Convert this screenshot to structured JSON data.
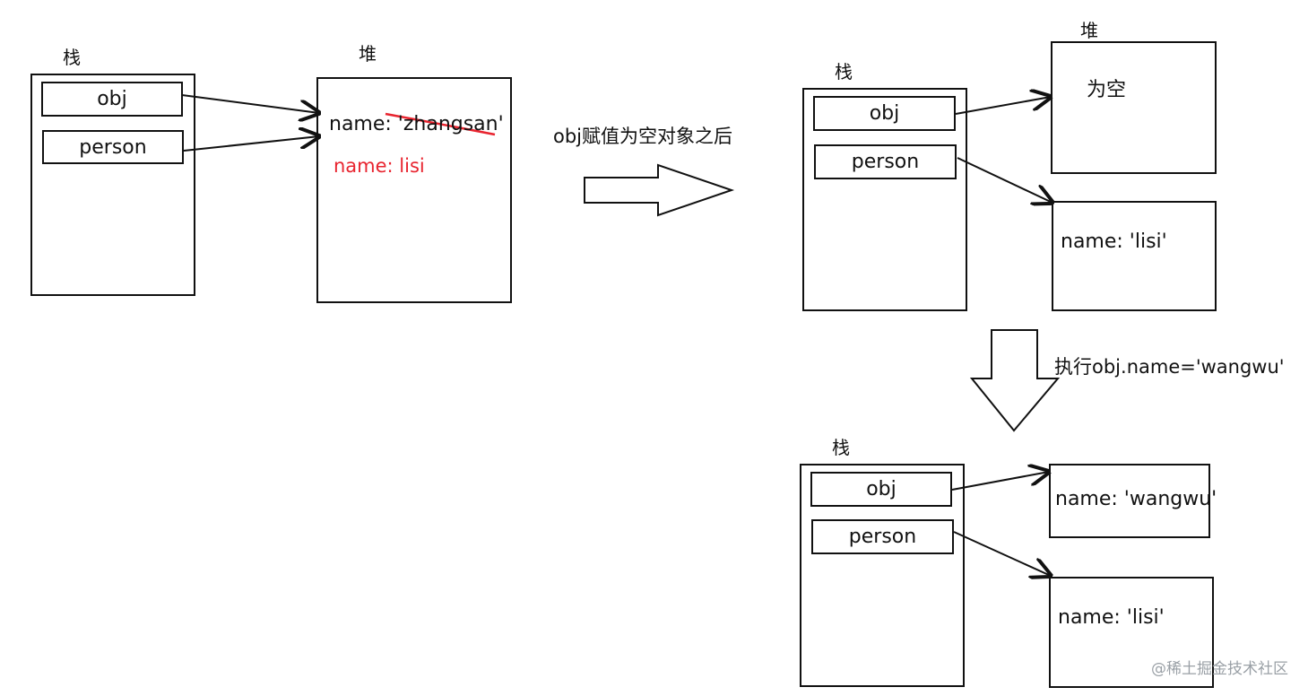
{
  "labels": {
    "stack": "栈",
    "heap": "堆",
    "obj": "obj",
    "person": "person",
    "name_zhangsan": "name: 'zhangsan'",
    "name_lisi_red": "name: lisi",
    "empty": "为空",
    "name_lisi": "name: 'lisi'",
    "name_wangwu": "name: 'wangwu'"
  },
  "steps": {
    "assign_empty": "obj赋值为空对象之后",
    "set_name": "执行obj.name='wangwu'"
  },
  "watermark": "@稀土掘金技术社区",
  "colors": {
    "line": "#111111",
    "highlight": "#e8242f",
    "watermark": "#9aa0a6"
  }
}
